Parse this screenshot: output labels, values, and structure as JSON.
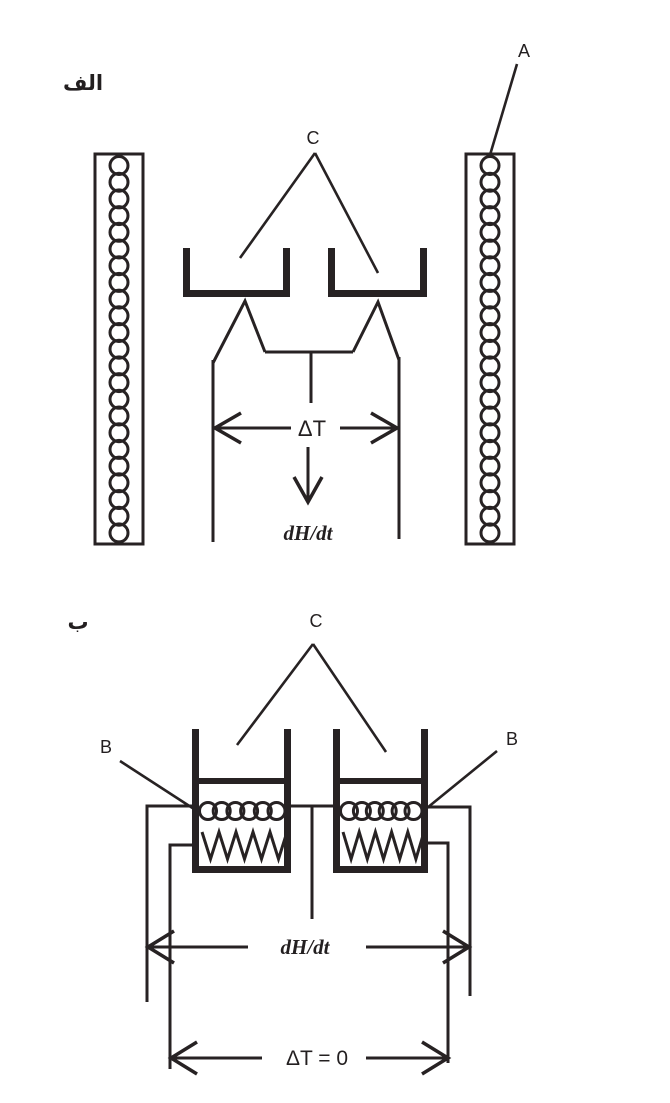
{
  "figure": {
    "background_color": "#ffffff",
    "line_color": "#272223",
    "panel_a": {
      "panel_label": "الف",
      "furnace_coil_label": "A",
      "crucibles_label": "C",
      "delta_t_label": "ΔT",
      "heat_flow_label": "dH/dt",
      "coil_turns_per_column": 23
    },
    "panel_b": {
      "panel_label": "ب",
      "sensor_label_left": "B",
      "sensor_label_right": "B",
      "crucibles_label": "C",
      "heat_flow_label": "dH/dt",
      "delta_t_zero_label": "ΔT = 0",
      "sensor_circles_per_cup": 6,
      "heater_zigzag_valleys": 5
    }
  }
}
